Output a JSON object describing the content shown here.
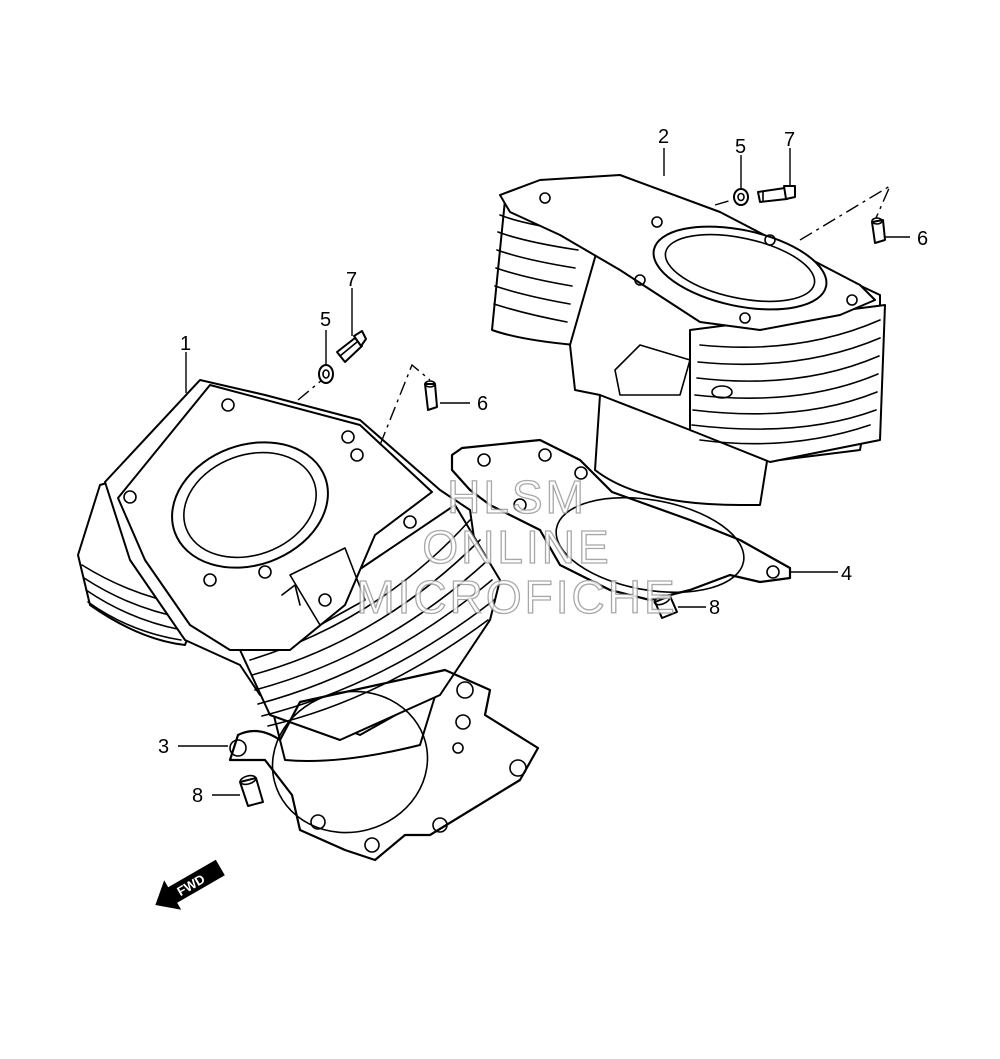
{
  "callouts": {
    "p1": "1",
    "p2": "2",
    "p3": "3",
    "p4": "4",
    "p5a": "5",
    "p5b": "5",
    "p6a": "6",
    "p6b": "6",
    "p7a": "7",
    "p7b": "7",
    "p8a": "8",
    "p8b": "8"
  },
  "watermark": {
    "line1": "HLSM",
    "line2": "ONLINE",
    "line3": "MICROFICHE"
  },
  "fwd_label": "FWD"
}
